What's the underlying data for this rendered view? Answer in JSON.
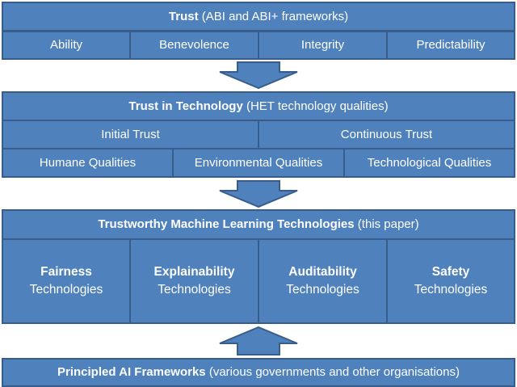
{
  "colors": {
    "fill": "#4f81bd",
    "border": "#385d8a",
    "text": "#ffffff"
  },
  "trust": {
    "title_bold": "Trust",
    "title_rest": " (ABI and ABI+ frameworks)",
    "items": [
      "Ability",
      "Benevolence",
      "Integrity",
      "Predictability"
    ]
  },
  "tech_trust": {
    "title_bold": "Trust in Technology",
    "title_rest": " (HET technology qualities)",
    "trust_types": [
      "Initial Trust",
      "Continuous Trust"
    ],
    "qualities": [
      "Humane Qualities",
      "Environmental Qualities",
      "Technological Qualities"
    ]
  },
  "tml": {
    "title_bold": "Trustworthy Machine Learning Technologies",
    "title_rest": " (this paper)",
    "items": [
      {
        "name": "Fairness",
        "sub": "Technologies"
      },
      {
        "name": "Explainability",
        "sub": "Technologies"
      },
      {
        "name": "Auditability",
        "sub": "Technologies"
      },
      {
        "name": "Safety",
        "sub": "Technologies"
      }
    ]
  },
  "principled": {
    "title_bold": "Principled AI Frameworks",
    "title_rest": " (various governments and other organisations)"
  }
}
